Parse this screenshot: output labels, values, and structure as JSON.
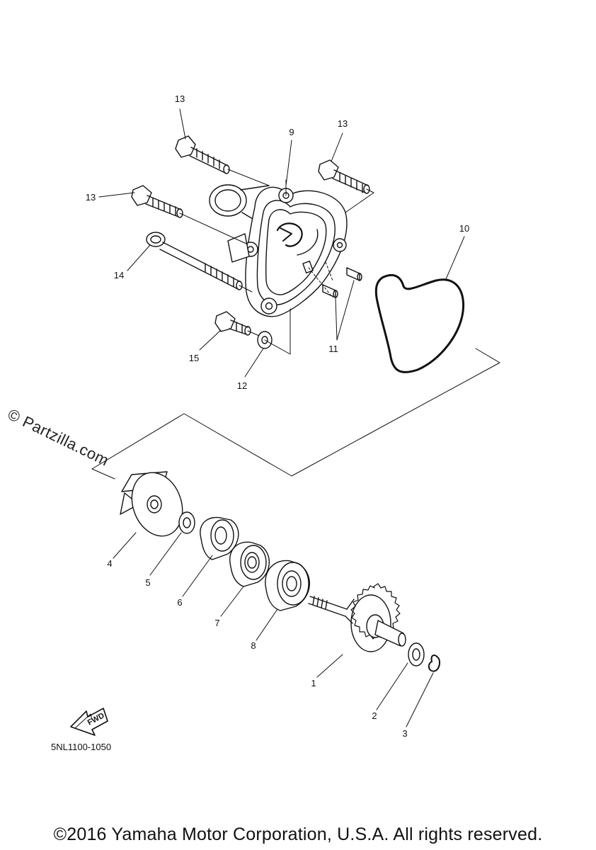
{
  "callouts": {
    "c1": "1",
    "c2": "2",
    "c3": "3",
    "c4": "4",
    "c5": "5",
    "c6": "6",
    "c7": "7",
    "c8": "8",
    "c9": "9",
    "c10": "10",
    "c11": "11",
    "c12": "12",
    "c13a": "13",
    "c13b": "13",
    "c13c": "13",
    "c14": "14",
    "c15": "15"
  },
  "fwd_label": "FWD",
  "watermark": "© Partzilla.com",
  "diagram_code": "5NL1100-1050",
  "copyright": "©2016 Yamaha Motor Corporation, U.S.A. All rights reserved.",
  "icons": {
    "fwd_arrow": "fwd-arrow-icon"
  }
}
